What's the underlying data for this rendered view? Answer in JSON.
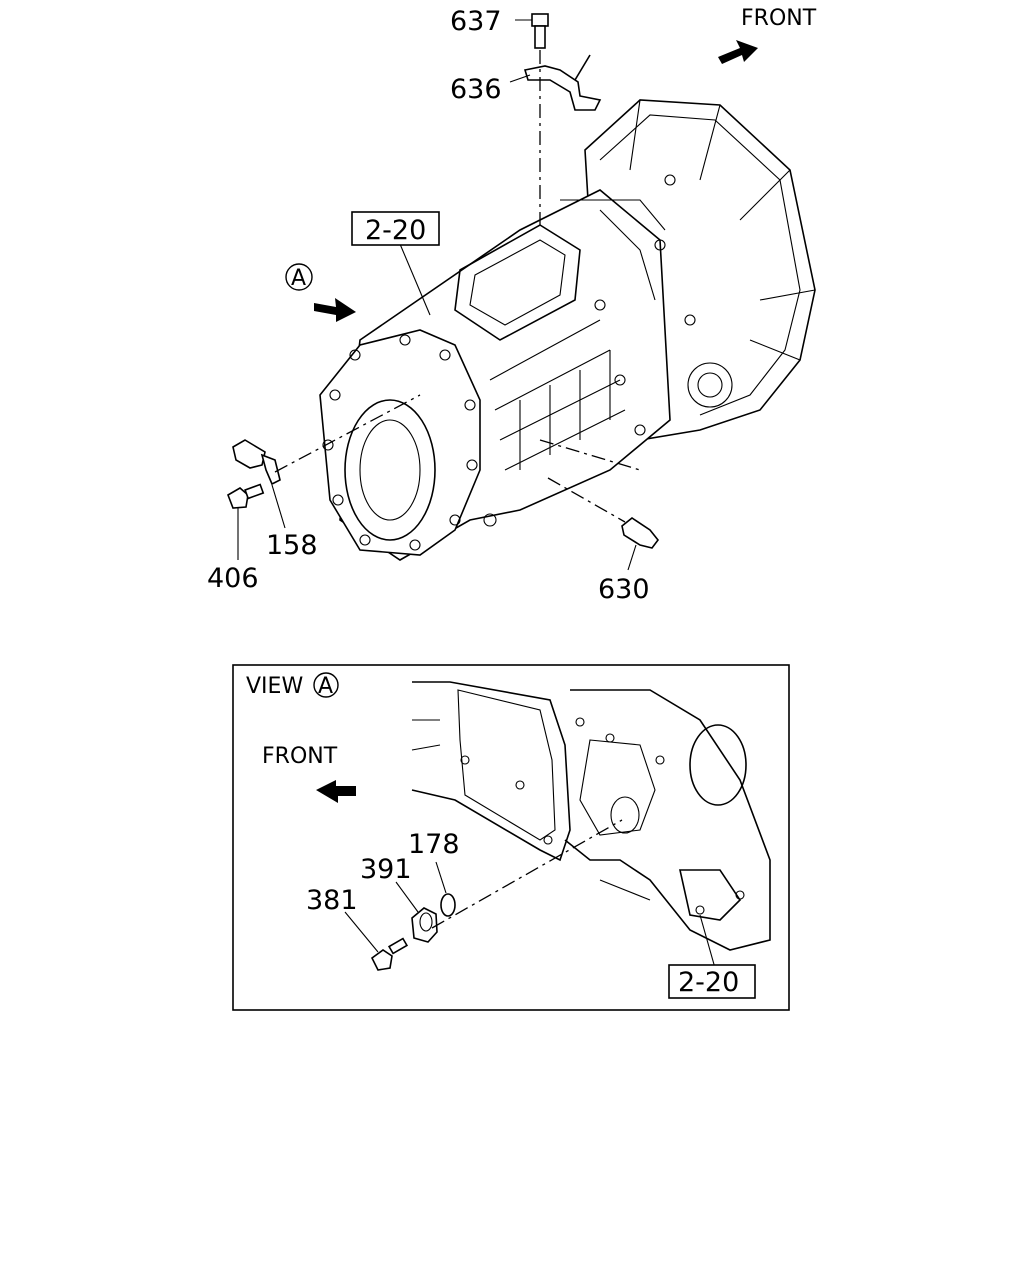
{
  "diagram": {
    "front_label_top": "FRONT",
    "front_label_view": "FRONT",
    "view_label": "VIEW",
    "view_marker": "A",
    "marker_a": "A",
    "ref_top": "2-20",
    "ref_view": "2-20",
    "parts": {
      "p637": "637",
      "p636": "636",
      "p158": "158",
      "p406": "406",
      "p630": "630",
      "p178": "178",
      "p391": "391",
      "p381": "381"
    }
  }
}
